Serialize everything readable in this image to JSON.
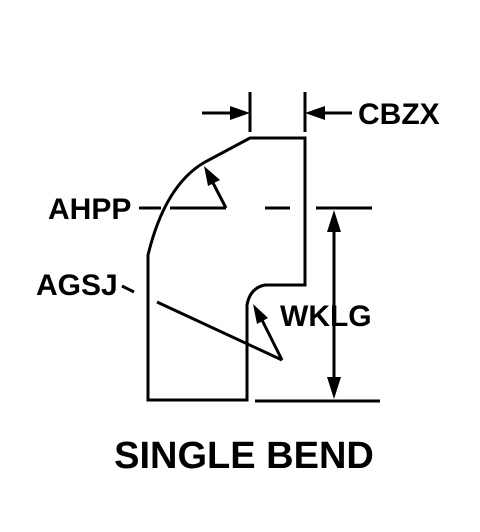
{
  "diagram": {
    "caption": "SINGLE BEND",
    "labels": {
      "cbzx": "CBZX",
      "ahpp": "AHPP",
      "agsj": "AGSJ",
      "wklg": "WKLG"
    },
    "colors": {
      "ink": "#000000",
      "background": "#ffffff"
    }
  }
}
